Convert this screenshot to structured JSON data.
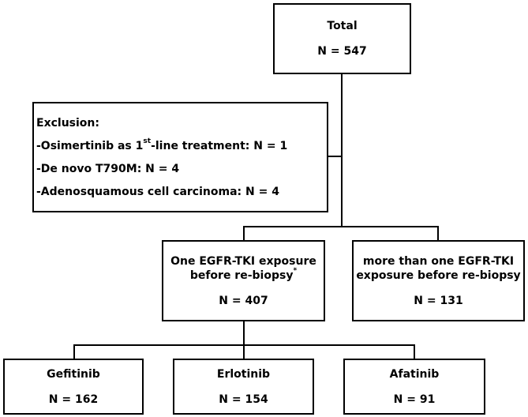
{
  "total": {
    "title": "Total",
    "n": "N = 547"
  },
  "exclusion": {
    "heading": "Exclusion:",
    "item1_prefix": "-Osimertinib as 1",
    "item1_sup": "st",
    "item1_suffix": "-line treatment: N = 1",
    "item2": "-De novo T790M: N = 4",
    "item3": "-Adenosquamous cell carcinoma: N = 4"
  },
  "one_exposure": {
    "line1": "One EGFR-TKI exposure",
    "line2": "before re-biopsy",
    "marker": "*",
    "n": "N = 407"
  },
  "multi_exposure": {
    "line1": "more than one EGFR-TKI",
    "line2": "exposure before re-biopsy",
    "n": "N = 131"
  },
  "gefitinib": {
    "title": "Gefitinib",
    "n": "N = 162"
  },
  "erlotinib": {
    "title": "Erlotinib",
    "n": "N = 154"
  },
  "afatinib": {
    "title": "Afatinib",
    "n": "N = 91"
  }
}
